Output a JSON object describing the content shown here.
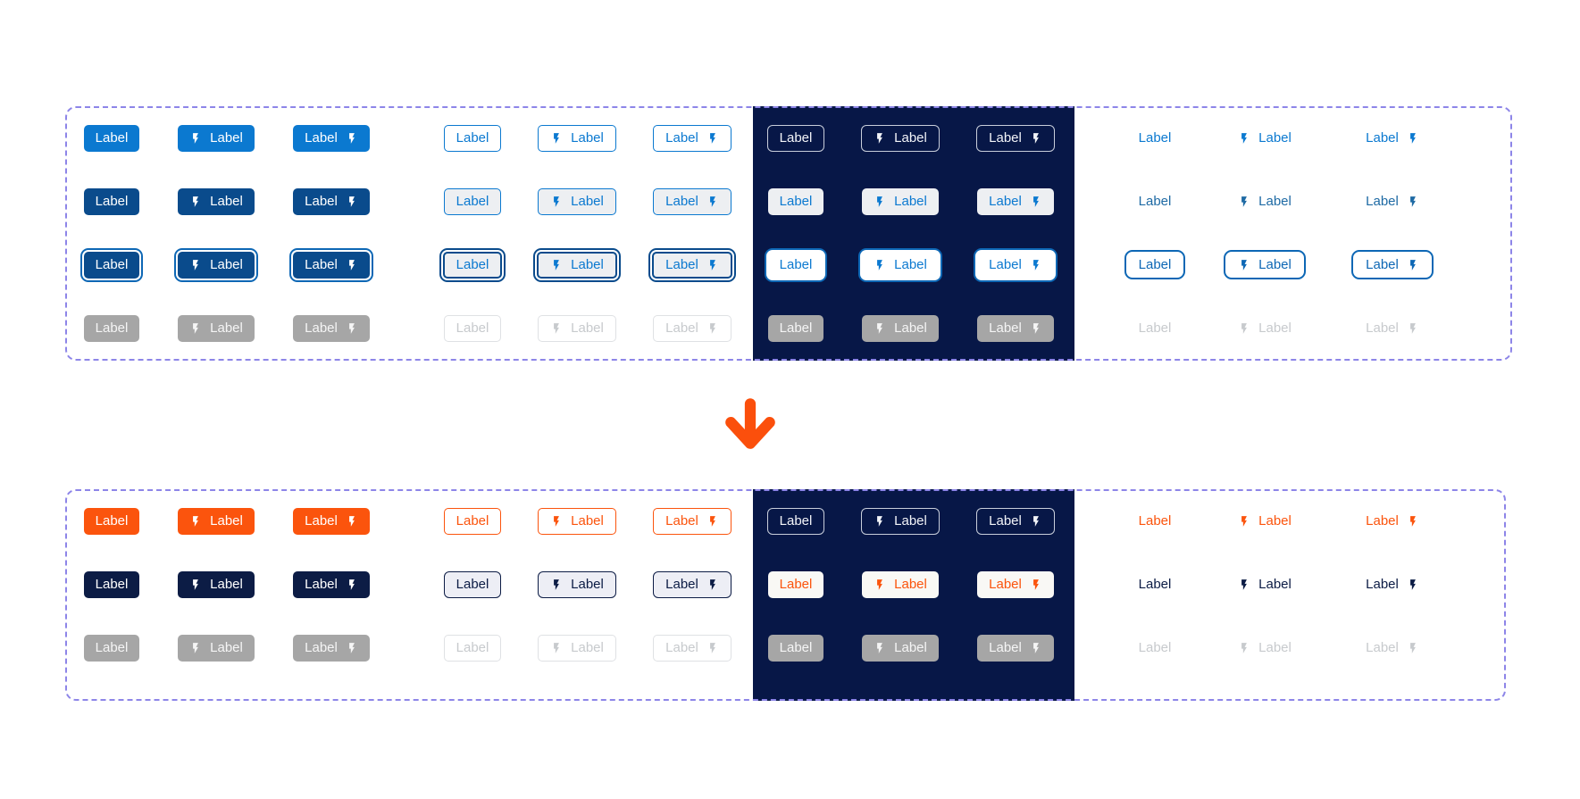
{
  "button_label": "Label",
  "icon_name": "bolt-icon",
  "icon_variants": [
    "label-only",
    "leading-icon",
    "trailing-icon"
  ],
  "colors": {
    "blue": "#0b79d0",
    "blueDark": "#0a4b8c",
    "blueMid": "#0d67b5",
    "blueMuted": "#1e6aa4",
    "navy": "#0c1c45",
    "navyBg": "#071747",
    "orange": "#fb540d",
    "gray": "#a6a6a6",
    "lightBg": "#edeff2",
    "lightBg2": "#edeef5",
    "warmWhite": "#f9f8f5",
    "disabledText": "#c7cacd",
    "disabledBorder": "#dfe1e4",
    "panelBorder": "#8d85e8",
    "onDarkBorder": "#c8cedb",
    "onDarkText": "#f2f4f8",
    "arrow": "#fb4f0c"
  },
  "panels": [
    {
      "name": "before-panel",
      "states": [
        "default",
        "hover",
        "focus",
        "disabled"
      ],
      "groups": [
        {
          "key": "filled",
          "name": "filled-buttons-group",
          "row_styles": [
            "s-filled-blue",
            "s-filled-blueDark",
            "s-filled-blueDark s-ring-light",
            "s-filled-gray"
          ]
        },
        {
          "key": "outline",
          "name": "outlined-buttons-group",
          "row_styles": [
            "s-outline-blue",
            "s-outline-blue s-bg-light",
            "s-outline-focus",
            "s-outline-disabled"
          ]
        },
        {
          "key": "ondark",
          "name": "on-dark-buttons-group",
          "row_styles": [
            "s-ondark-outline",
            "s-ondark-light",
            "s-ondark-light s-ring-dark",
            "s-filled-gray"
          ]
        },
        {
          "key": "text",
          "name": "text-buttons-group",
          "row_styles": [
            "s-text-blue",
            "s-text-muted",
            "s-text-outline",
            "s-text-disabled"
          ]
        }
      ]
    },
    {
      "name": "after-panel",
      "states": [
        "default",
        "hover",
        "disabled"
      ],
      "groups": [
        {
          "key": "filled",
          "name": "filled-buttons-group",
          "row_styles": [
            "s-filled-orange",
            "s-filled-navy",
            "s-filled-gray"
          ]
        },
        {
          "key": "outline",
          "name": "outlined-buttons-group",
          "row_styles": [
            "s-outline-orange",
            "s-outline-navy",
            "s-outline-disabled"
          ]
        },
        {
          "key": "ondark",
          "name": "on-dark-buttons-group",
          "row_styles": [
            "s-ondark-outline",
            "s-ondark-warm",
            "s-filled-gray"
          ]
        },
        {
          "key": "text",
          "name": "text-buttons-group",
          "row_styles": [
            "s-text-orange",
            "s-text-navy",
            "s-text-disabled"
          ]
        }
      ]
    }
  ]
}
